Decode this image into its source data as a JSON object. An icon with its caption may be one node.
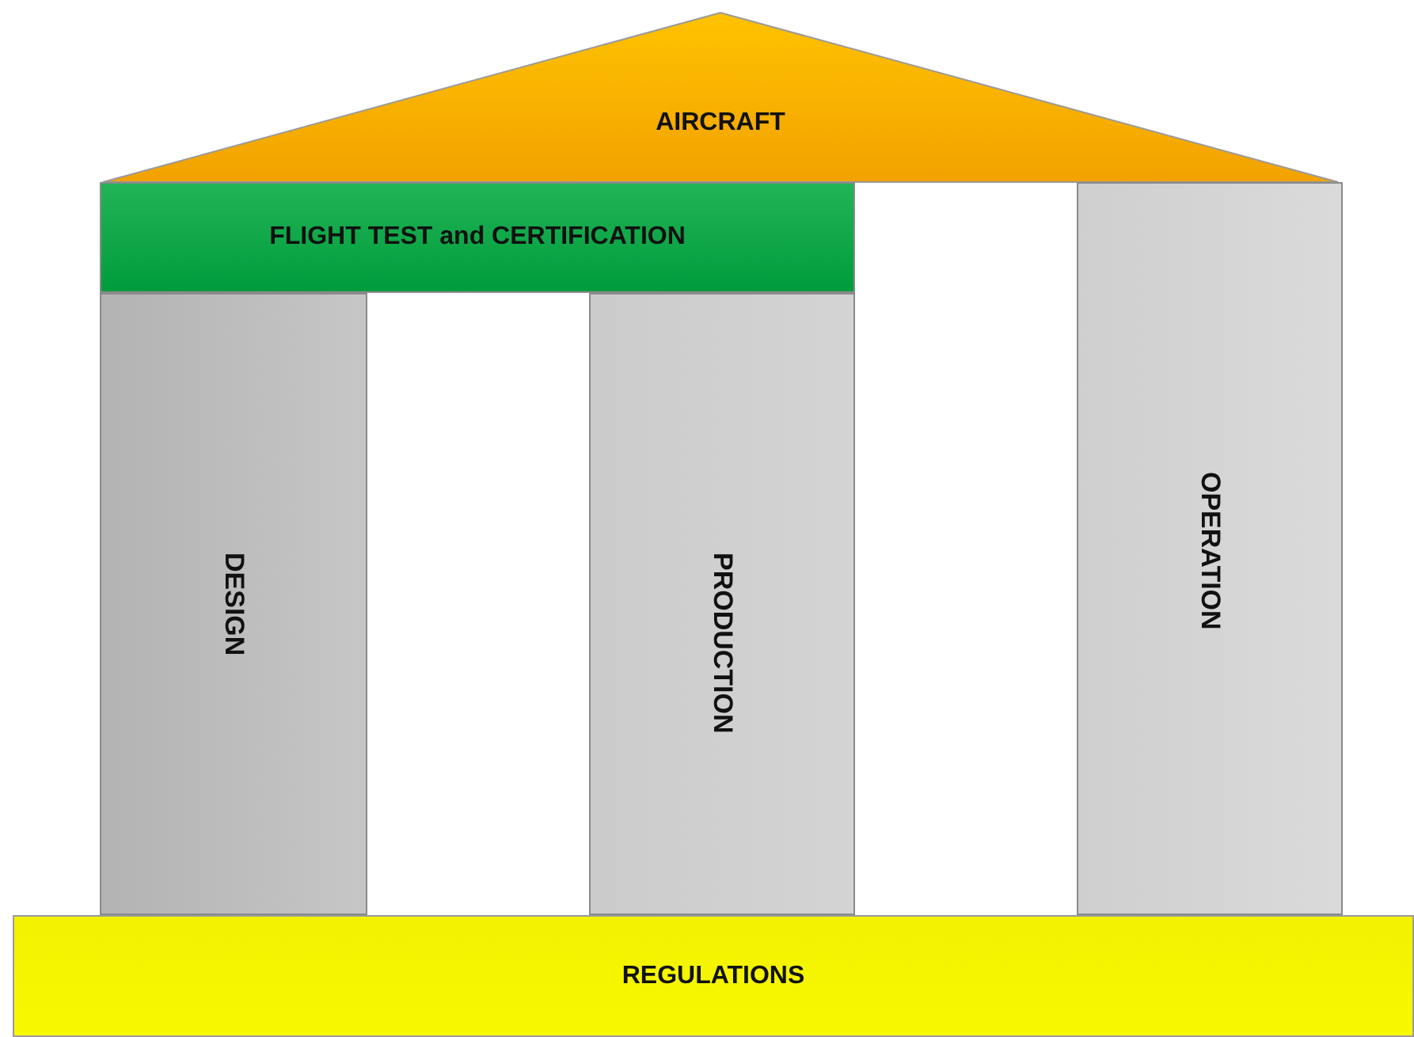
{
  "diagram": {
    "nodes": [
      {
        "text": [
          "AIRCRAFT"
        ]
      },
      {
        "text": [
          "FLIGHT TEST and CERTIFICATION"
        ]
      },
      {
        "text": [
          "DESIGN"
        ]
      },
      {
        "text": [
          "PRODUCTION"
        ]
      },
      {
        "text": [
          "OPERATION"
        ]
      },
      {
        "text": [
          "REGULATIONS"
        ]
      }
    ]
  }
}
